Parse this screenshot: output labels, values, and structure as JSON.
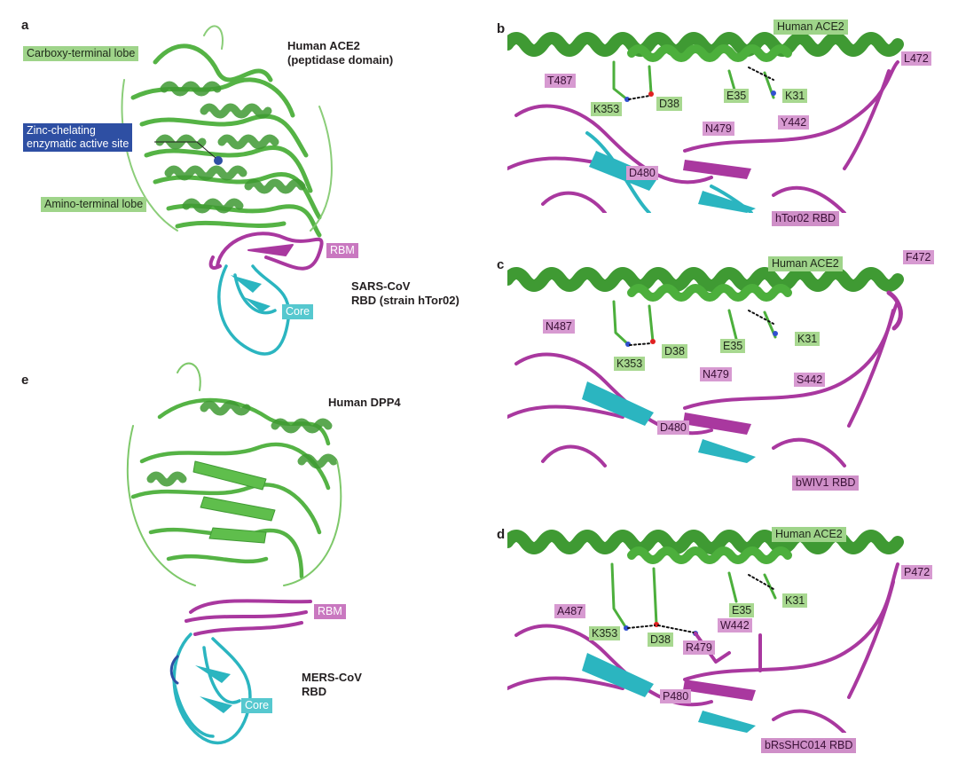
{
  "panel_a": {
    "letter": "a",
    "title_line1": "Human ACE2",
    "title_line2": "(peptidase domain)",
    "carboxy": "Carboxy-terminal lobe",
    "zinc_line1": "Zinc-chelating",
    "zinc_line2": "enzymatic active site",
    "amino": "Amino-terminal lobe",
    "rbm": "RBM",
    "core": "Core",
    "rbd_line1": "SARS-CoV",
    "rbd_line2": "RBD (strain hTor02)"
  },
  "panel_e": {
    "letter": "e",
    "title": "Human DPP4",
    "rbm": "RBM",
    "core": "Core",
    "rbd_line1": "MERS-CoV",
    "rbd_line2": "RBD"
  },
  "panel_b": {
    "letter": "b",
    "ace2": "Human ACE2",
    "residues": [
      "L472",
      "T487",
      "K353",
      "D38",
      "E35",
      "K31",
      "N479",
      "Y442",
      "D480"
    ],
    "rbd": "hTor02 RBD"
  },
  "panel_c": {
    "letter": "c",
    "ace2": "Human ACE2",
    "residues": [
      "F472",
      "N487",
      "K353",
      "D38",
      "E35",
      "K31",
      "N479",
      "S442",
      "D480"
    ],
    "rbd": "bWIV1 RBD"
  },
  "panel_d": {
    "letter": "d",
    "ace2": "Human ACE2",
    "residues": [
      "P472",
      "A487",
      "K353",
      "D38",
      "E35",
      "K31",
      "W442",
      "R479",
      "P480"
    ],
    "rbd": "bRsSHC014 RBD"
  },
  "colors": {
    "ace2_green": "#4caf3c",
    "rbd_magenta": "#a9389f",
    "core_cyan": "#2bb5c0",
    "zinc_blue": "#2e4fa3"
  }
}
